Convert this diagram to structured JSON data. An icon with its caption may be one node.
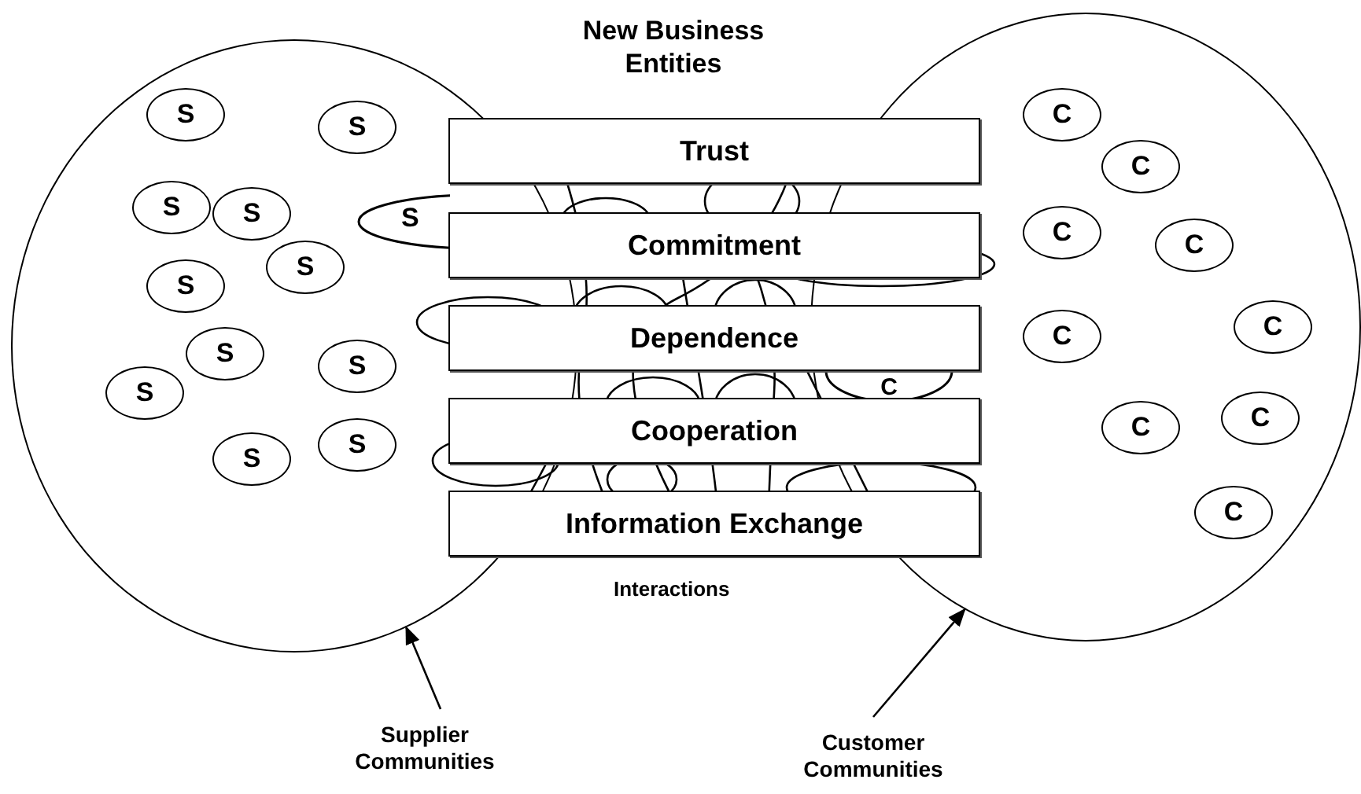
{
  "diagram": {
    "title": "New Business Entities",
    "nodes": [
      {
        "text": [],
        "shape": "circle"
      },
      {
        "text": [
          "S"
        ],
        "in": 0
      },
      {
        "text": [
          "S"
        ],
        "in": 0
      },
      {
        "text": [
          "S"
        ],
        "in": 0
      },
      {
        "text": [
          "S"
        ],
        "in": 0
      },
      {
        "text": [
          "S"
        ],
        "in": 0
      },
      {
        "text": [
          "S"
        ],
        "in": 0
      },
      {
        "text": [
          "S"
        ],
        "in": 0
      },
      {
        "text": [
          "S"
        ],
        "in": 0
      },
      {
        "text": [
          "S"
        ],
        "in": 0
      },
      {
        "text": [
          "S"
        ],
        "in": 0
      },
      {
        "text": [
          "S"
        ],
        "in": 0
      },
      {
        "text": [
          "S"
        ],
        "in": 0
      },
      {
        "text": [],
        "shape": "circle"
      },
      {
        "text": [
          "C"
        ],
        "in": 13
      },
      {
        "text": [
          "C"
        ],
        "in": 13
      },
      {
        "text": [
          "C"
        ],
        "in": 13
      },
      {
        "text": [
          "C"
        ],
        "in": 13
      },
      {
        "text": [
          "C"
        ],
        "in": 13
      },
      {
        "text": [
          "C"
        ],
        "in": 13
      },
      {
        "text": [
          "C"
        ],
        "in": 13
      },
      {
        "text": [
          "C"
        ],
        "in": 13
      },
      {
        "text": [
          "C"
        ],
        "in": 13
      },
      {
        "text": [
          "C"
        ],
        "in": 13
      },
      {
        "text": [
          "Trust"
        ]
      },
      {
        "text": [
          "Commitment"
        ]
      },
      {
        "text": [
          "Dependence"
        ]
      },
      {
        "text": [
          "Cooperation"
        ]
      },
      {
        "text": [
          "Information Exchange"
        ]
      },
      {
        "text": [
          "Supplier Communities"
        ]
      },
      {
        "text": [
          "Customer Communities"
        ]
      }
    ],
    "edges": [
      {
        "from": 29,
        "to": 0,
        "arrow": "to"
      },
      {
        "from": 30,
        "to": 13,
        "arrow": "to"
      }
    ],
    "labels": [
      "Interactions"
    ]
  }
}
